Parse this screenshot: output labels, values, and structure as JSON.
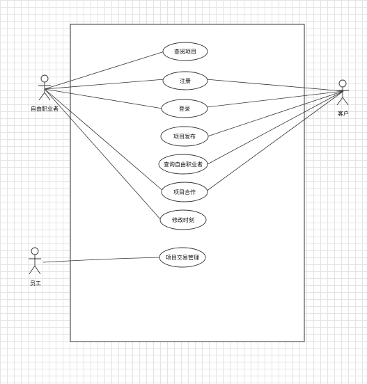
{
  "actors": {
    "freelancer": "自由职业者",
    "client": "客户",
    "employee": "员工"
  },
  "use_cases": {
    "query_project": "查阅项目",
    "register": "注册",
    "login": "登录",
    "publish_project": "项目发布",
    "query_freelancer": "查询自由职业者",
    "project_cooperation": "项目合作",
    "modify_time": "修改时刻",
    "transaction_management": "项目交易管理"
  },
  "colors": {
    "stroke": "#333333",
    "grid": "#e4e4e4"
  }
}
